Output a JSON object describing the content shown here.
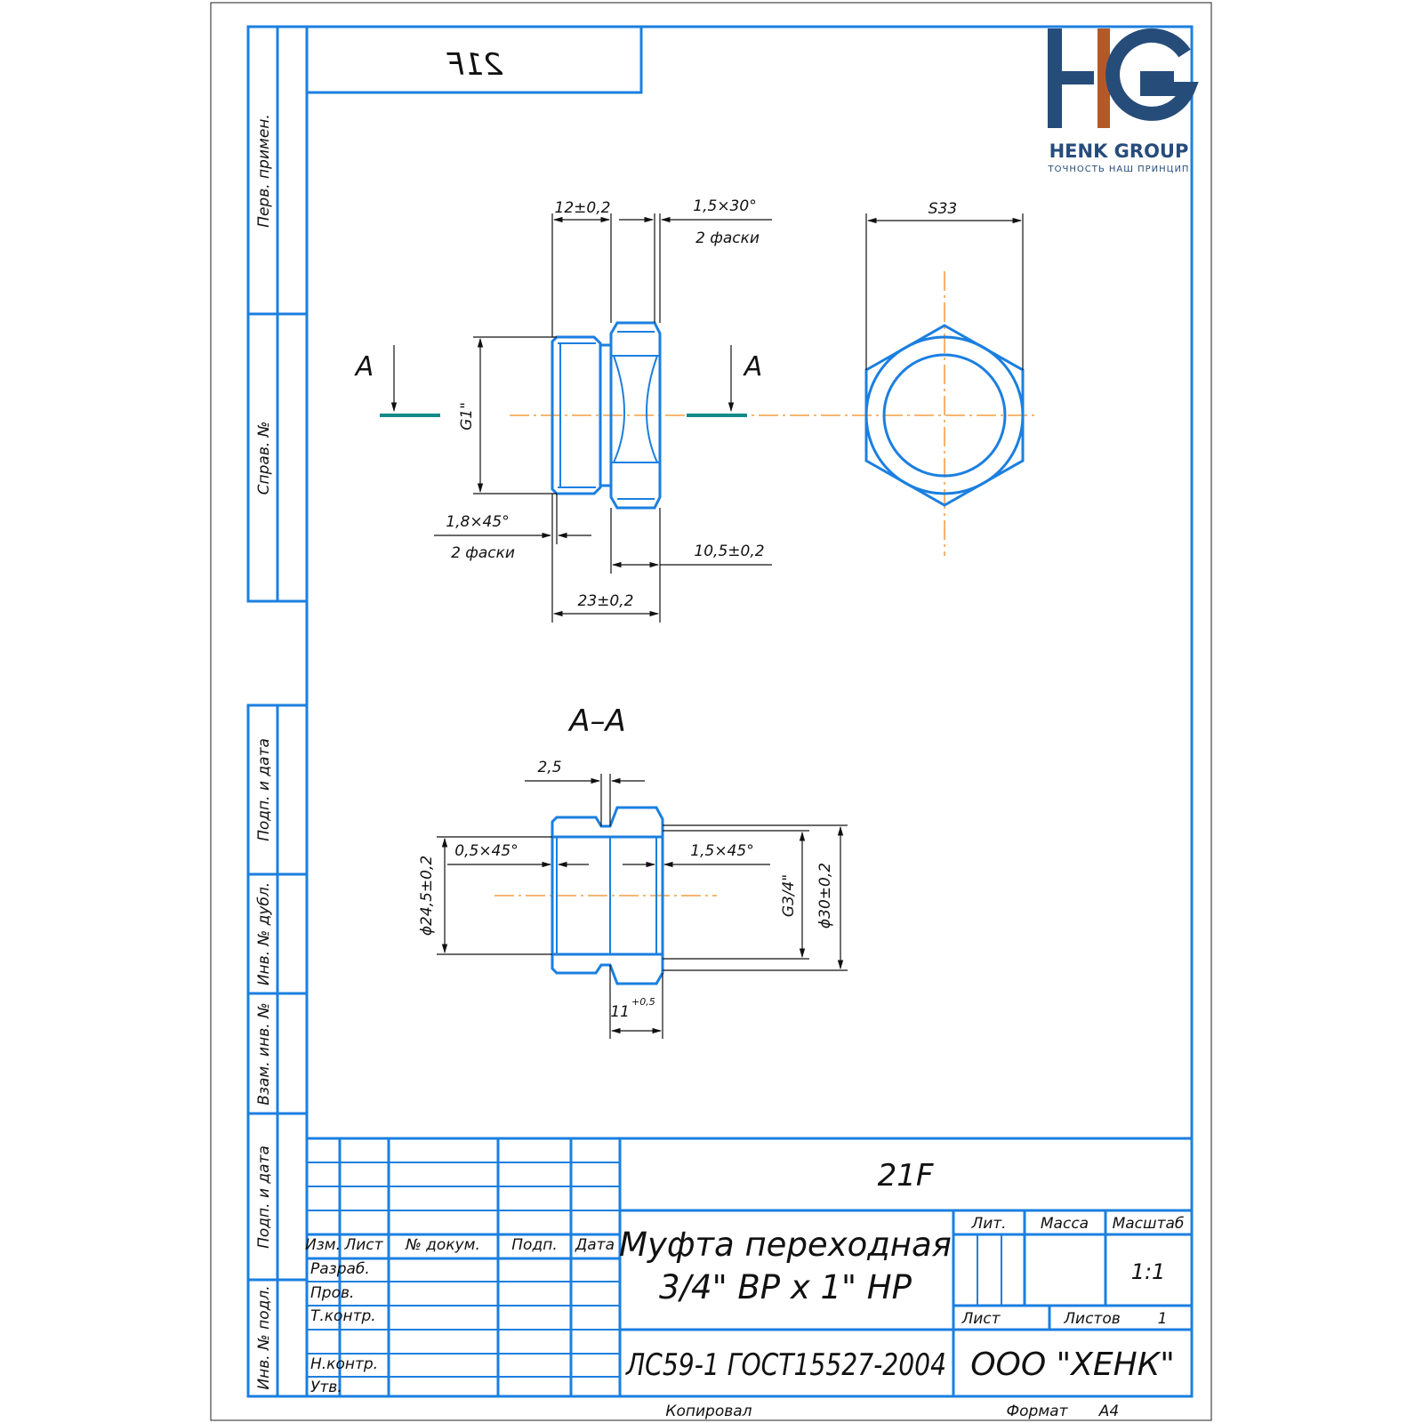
{
  "stamp_mirrored": "21F",
  "logo": {
    "letters": "HG",
    "name": "HENK GROUP",
    "slogan": "ТОЧНОСТЬ НАШ ПРИНЦИП"
  },
  "side_labels": {
    "perv_primen": "Перв. примен.",
    "sprav_no": "Справ. №",
    "podp_data_1": "Подп. и дата",
    "inv_dubl": "Инв. № дубл.",
    "vzam_inv": "Взам. инв. №",
    "podp_data_2": "Подп. и дата",
    "inv_podl": "Инв. № подл."
  },
  "view": {
    "dim_12": "12±0,2",
    "dim_chamfer_top": "1,5×30°",
    "dim_chamfer_top_note": "2 фаски",
    "dim_s33": "S33",
    "section_letter_left": "A",
    "section_letter_right": "A",
    "dim_g1": "G1\"",
    "dim_chamfer_bottom": "1,8×45°",
    "dim_chamfer_bottom_note": "2 фаски",
    "dim_10_5": "10,5±0,2",
    "dim_23": "23±0,2"
  },
  "section": {
    "title": "A–A",
    "dim_2_5": "2,5",
    "dim_0_5": "0,5×45°",
    "dim_1_5": "1,5×45°",
    "dim_d24": "ϕ24,5±0,2",
    "dim_g34": "G3/4\"",
    "dim_d30": "ϕ30±0,2",
    "dim_11": "11",
    "dim_11_tol": "+0,5"
  },
  "title_block": {
    "designation": "21F",
    "name_line1": "Муфта переходная",
    "name_line2": "3/4\" ВР х 1\" НР",
    "material": "ЛС59-1 ГОСТ15527-2004",
    "company": "ООО \"ХЕНК\"",
    "col_izm": "Изм.",
    "col_list": "Лист",
    "col_doc": "№ докум.",
    "col_podp": "Подп.",
    "col_data": "Дата",
    "row_razrab": "Разраб.",
    "row_prov": "Пров.",
    "row_tkontr": "Т.контр.",
    "row_nkontr": "Н.контр.",
    "row_utv": "Утв.",
    "lit": "Лит.",
    "massa": "Масса",
    "masshtab": "Масштаб",
    "scale": "1:1",
    "sheet_label": "Лист",
    "sheets_label": "Листов",
    "sheets_count": "1",
    "copied": "Копировал",
    "format_label": "Формат",
    "format": "A4"
  },
  "colors": {
    "frame": "#1b7fe0",
    "axis": "#f08a1c",
    "cutline": "#138a8a",
    "logo_blue": "#264c7a",
    "logo_accent": "#b4582a"
  }
}
